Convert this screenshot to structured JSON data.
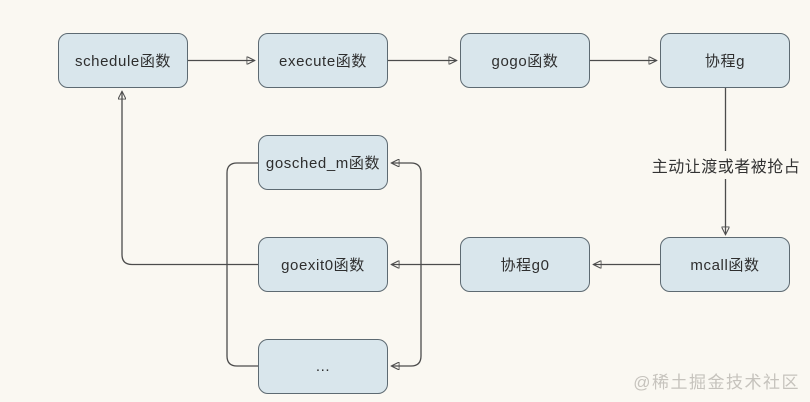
{
  "diagram": {
    "title_hint": "Go scheduler function flow",
    "colors": {
      "background": "#faf8f2",
      "node_fill": "#d9e6ec",
      "node_border": "#5d6a72",
      "line": "#4c4c4c",
      "text": "#2e2e2e",
      "watermark": "#c6c3bd"
    },
    "nodes": [
      {
        "id": "schedule",
        "label": "schedule函数"
      },
      {
        "id": "execute",
        "label": "execute函数"
      },
      {
        "id": "gogo",
        "label": "gogo函数"
      },
      {
        "id": "goroutine-g",
        "label": "协程g"
      },
      {
        "id": "gosched-m",
        "label": "gosched_m函数"
      },
      {
        "id": "goexit0",
        "label": "goexit0函数"
      },
      {
        "id": "ellipsis",
        "label": "..."
      },
      {
        "id": "goroutine-g0",
        "label": "协程g0"
      },
      {
        "id": "mcall",
        "label": "mcall函数"
      }
    ],
    "edges": [
      {
        "from": "schedule",
        "to": "execute",
        "label": ""
      },
      {
        "from": "execute",
        "to": "gogo",
        "label": ""
      },
      {
        "from": "gogo",
        "to": "goroutine-g",
        "label": ""
      },
      {
        "from": "goroutine-g",
        "to": "mcall",
        "label": "主动让渡或者被抢占"
      },
      {
        "from": "mcall",
        "to": "goroutine-g0",
        "label": ""
      },
      {
        "from": "goroutine-g0",
        "to": "gosched-m",
        "label": ""
      },
      {
        "from": "goroutine-g0",
        "to": "goexit0",
        "label": ""
      },
      {
        "from": "goroutine-g0",
        "to": "ellipsis",
        "label": ""
      },
      {
        "from": "goexit0",
        "to": "schedule",
        "label": ""
      }
    ],
    "edge_label": "主动让渡或者被抢占",
    "watermark": "@稀土掘金技术社区"
  }
}
